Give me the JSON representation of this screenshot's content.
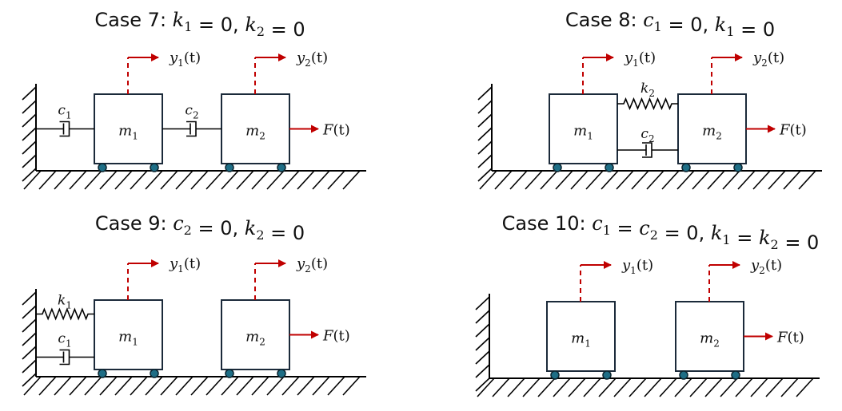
{
  "panels": [
    {
      "title_prefix": "Case 7: ",
      "title_math": [
        {
          "sym": "k",
          "sub": "1"
        },
        {
          "txt": " = 0,  "
        },
        {
          "sym": "k",
          "sub": "2"
        },
        {
          "txt": " = 0"
        }
      ],
      "wall_spring": false,
      "wall_damper": true,
      "coupling_spring": false,
      "coupling_damper": true
    },
    {
      "title_prefix": "Case 8: ",
      "title_math": [
        {
          "sym": "c",
          "sub": "1"
        },
        {
          "txt": " = 0,  "
        },
        {
          "sym": "k",
          "sub": "1"
        },
        {
          "txt": " = 0"
        }
      ],
      "wall_spring": false,
      "wall_damper": false,
      "coupling_spring": true,
      "coupling_damper": true
    },
    {
      "title_prefix": "Case 9: ",
      "title_math": [
        {
          "sym": "c",
          "sub": "2"
        },
        {
          "txt": " = 0,  "
        },
        {
          "sym": "k",
          "sub": "2"
        },
        {
          "txt": " = 0"
        }
      ],
      "wall_spring": true,
      "wall_damper": true,
      "coupling_spring": false,
      "coupling_damper": false
    },
    {
      "title_prefix": "Case 10: ",
      "title_math": [
        {
          "sym": "c",
          "sub": "1"
        },
        {
          "txt": " = "
        },
        {
          "sym": "c",
          "sub": "2"
        },
        {
          "txt": " = 0,  "
        },
        {
          "sym": "k",
          "sub": "1"
        },
        {
          "txt": " = "
        },
        {
          "sym": "k",
          "sub": "2"
        },
        {
          "txt": " = 0"
        }
      ],
      "wall_spring": false,
      "wall_damper": false,
      "coupling_spring": false,
      "coupling_damper": false
    }
  ],
  "labels": {
    "mass1": {
      "sym": "m",
      "sub": "1"
    },
    "mass2": {
      "sym": "m",
      "sub": "2"
    },
    "spring_wall": {
      "sym": "k",
      "sub": "1"
    },
    "damper_wall": {
      "sym": "c",
      "sub": "1"
    },
    "spring_coupling": {
      "sym": "k",
      "sub": "2"
    },
    "damper_coupling": {
      "sym": "c",
      "sub": "2"
    },
    "disp1": {
      "sym": "y",
      "sub": "1",
      "arg": "(t)"
    },
    "disp2": {
      "sym": "y",
      "sub": "2",
      "arg": "(t)"
    },
    "force": {
      "sym": "F",
      "arg": "(t)"
    }
  },
  "colors": {
    "accent": "#c00000",
    "wheel": "#1e6e86",
    "mass_border": "#1b2a3a"
  }
}
